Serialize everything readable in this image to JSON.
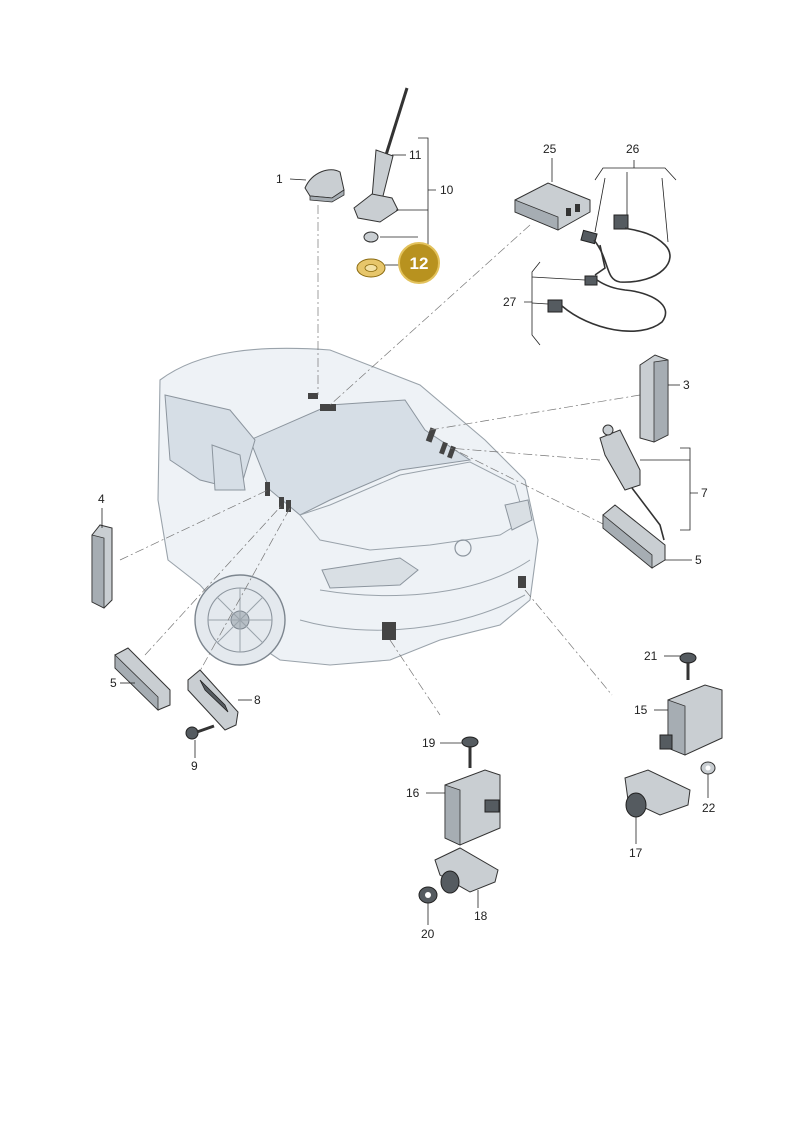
{
  "callouts": {
    "c1": "1",
    "c3": "3",
    "c4": "4",
    "c5a": "5",
    "c5b": "5",
    "c7": "7",
    "c8": "8",
    "c9": "9",
    "c10": "10",
    "c11": "11",
    "c12": "12",
    "c15": "15",
    "c16": "16",
    "c17": "17",
    "c18": "18",
    "c19": "19",
    "c20": "20",
    "c21": "21",
    "c22": "22",
    "c25": "25",
    "c26": "26",
    "c27": "27"
  },
  "colors": {
    "highlight": "#b8921f",
    "highlight_ring": "#e3c25c"
  }
}
